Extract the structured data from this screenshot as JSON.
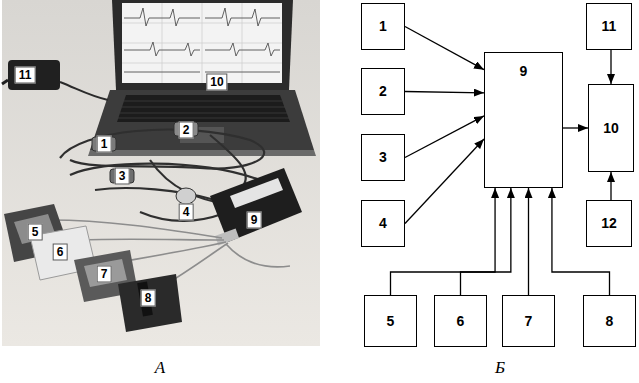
{
  "diagram": {
    "nodes": [
      {
        "text": [
          "1"
        ]
      },
      {
        "text": [
          "2"
        ]
      },
      {
        "text": [
          "3"
        ]
      },
      {
        "text": [
          "4"
        ]
      },
      {
        "text": [
          "9"
        ]
      },
      {
        "text": [
          "11"
        ]
      },
      {
        "text": [
          "10"
        ]
      },
      {
        "text": [
          "12"
        ]
      },
      {
        "text": [
          "5"
        ]
      },
      {
        "text": [
          "6"
        ]
      },
      {
        "text": [
          "7"
        ]
      },
      {
        "text": [
          "8"
        ]
      }
    ],
    "edges": [
      {
        "from": 0,
        "to": 4,
        "arrow": "to"
      },
      {
        "from": 1,
        "to": 4,
        "arrow": "to"
      },
      {
        "from": 2,
        "to": 4,
        "arrow": "to"
      },
      {
        "from": 3,
        "to": 4,
        "arrow": "to"
      },
      {
        "from": 8,
        "to": 4,
        "arrow": "to"
      },
      {
        "from": 9,
        "to": 4,
        "arrow": "to"
      },
      {
        "from": 10,
        "to": 4,
        "arrow": "to"
      },
      {
        "from": 11,
        "to": 4,
        "arrow": "to"
      },
      {
        "from": 4,
        "to": 6,
        "arrow": "to"
      },
      {
        "from": 5,
        "to": 6,
        "arrow": "to"
      },
      {
        "from": 7,
        "to": 6,
        "arrow": "to"
      }
    ],
    "labels": [
      "11",
      "10",
      "1",
      "2",
      "3",
      "4",
      "9",
      "5",
      "6",
      "7",
      "8",
      "А",
      "Б"
    ]
  }
}
